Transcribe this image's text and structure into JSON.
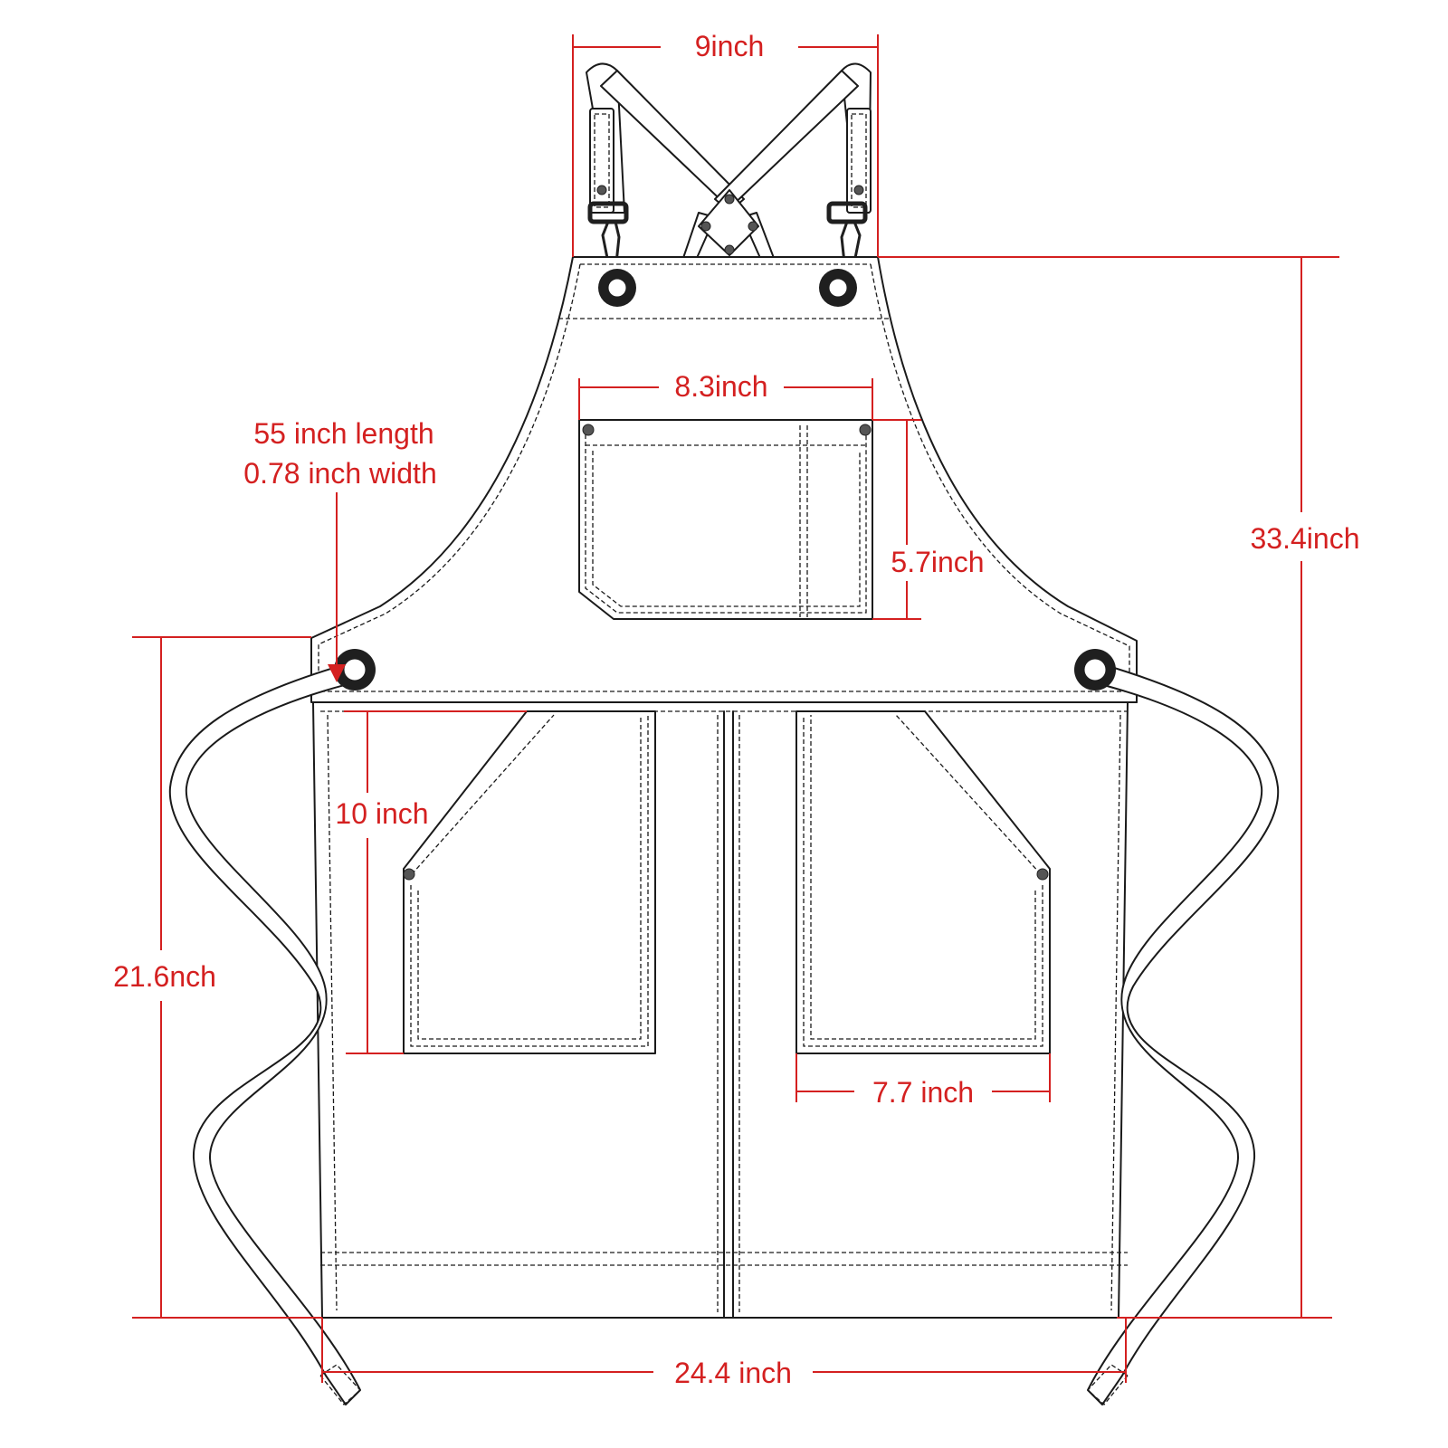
{
  "colors": {
    "dimension": "#d42020",
    "outline": "#1a1a1a",
    "background": "#ffffff"
  },
  "labels": {
    "strap_width_top": "9inch",
    "chest_pocket_width": "8.3inch",
    "chest_pocket_height": "5.7inch",
    "strap_info_line1": "55 inch length",
    "strap_info_line2": "0.78 inch width",
    "total_length": "33.4inch",
    "lower_pocket_height": "10 inch",
    "lower_length": "21.6nch",
    "lower_pocket_width": "7.7 inch",
    "bottom_width": "24.4 inch"
  }
}
